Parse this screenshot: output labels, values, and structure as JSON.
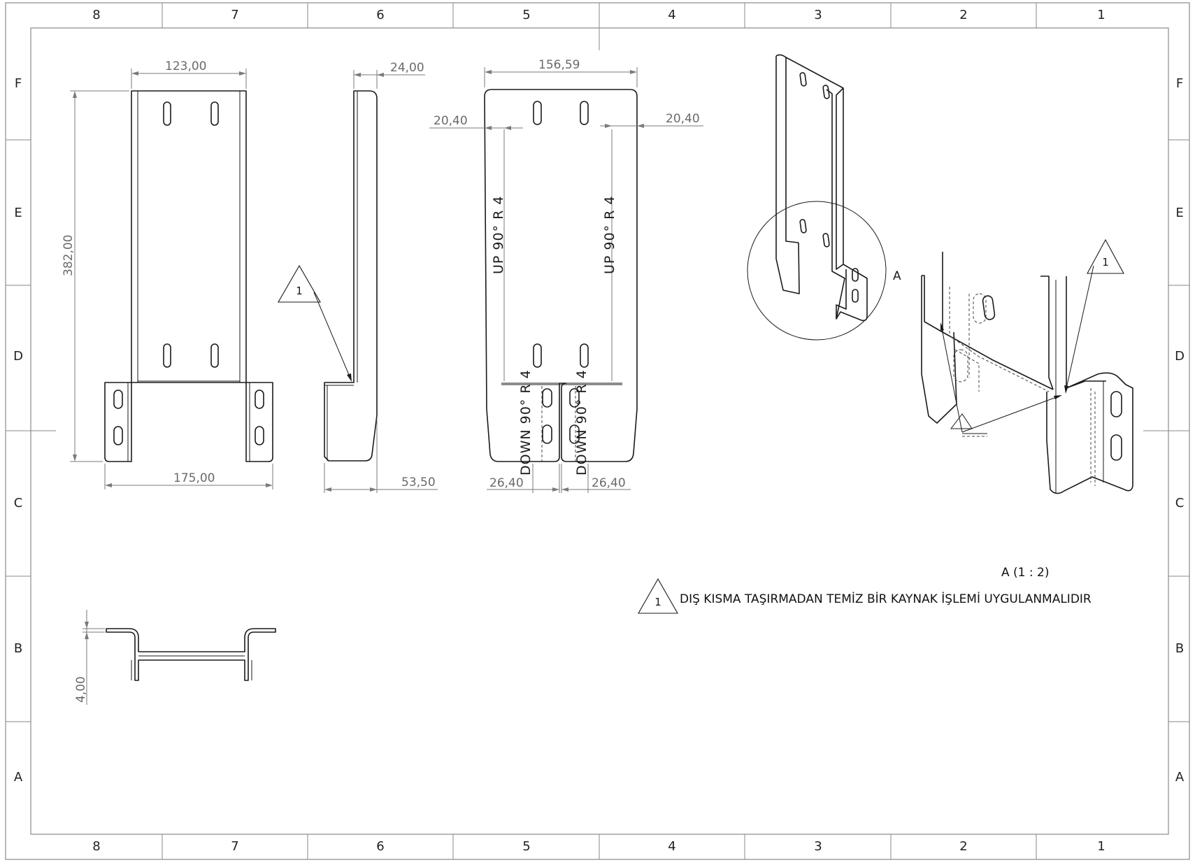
{
  "sheet": {
    "zones_columns": [
      "8",
      "7",
      "6",
      "5",
      "4",
      "3",
      "2",
      "1"
    ],
    "zones_rows": [
      "F",
      "E",
      "D",
      "C",
      "B",
      "A"
    ]
  },
  "dimensions": {
    "front_width": "123,00",
    "front_height": "382,00",
    "front_base_width": "175,00",
    "side_thickness": "24,00",
    "side_depth": "53,50",
    "flat_width": "156,59",
    "flat_left_offset": "20,40",
    "flat_right_offset": "20,40",
    "flat_bottom_left": "26,40",
    "flat_bottom_right": "26,40",
    "top_view_thickness": "4,00"
  },
  "bend_notes": {
    "up_left": "UP  90°  R 4",
    "up_right": "UP  90°  R 4",
    "down_left": "DOWN  90°  R 4",
    "down_right": "DOWN  90°  R 4"
  },
  "callouts": {
    "detail_label": "A",
    "detail_scale": "A (1 : 2)",
    "weld_symbol_side": "1",
    "weld_symbol_detail": "1",
    "weld_symbol_note": "1"
  },
  "notes": {
    "weld_note": "DIŞ KISMA TAŞIRMADAN TEMİZ BİR KAYNAK İŞLEMİ UYGULANMALIDIR"
  }
}
